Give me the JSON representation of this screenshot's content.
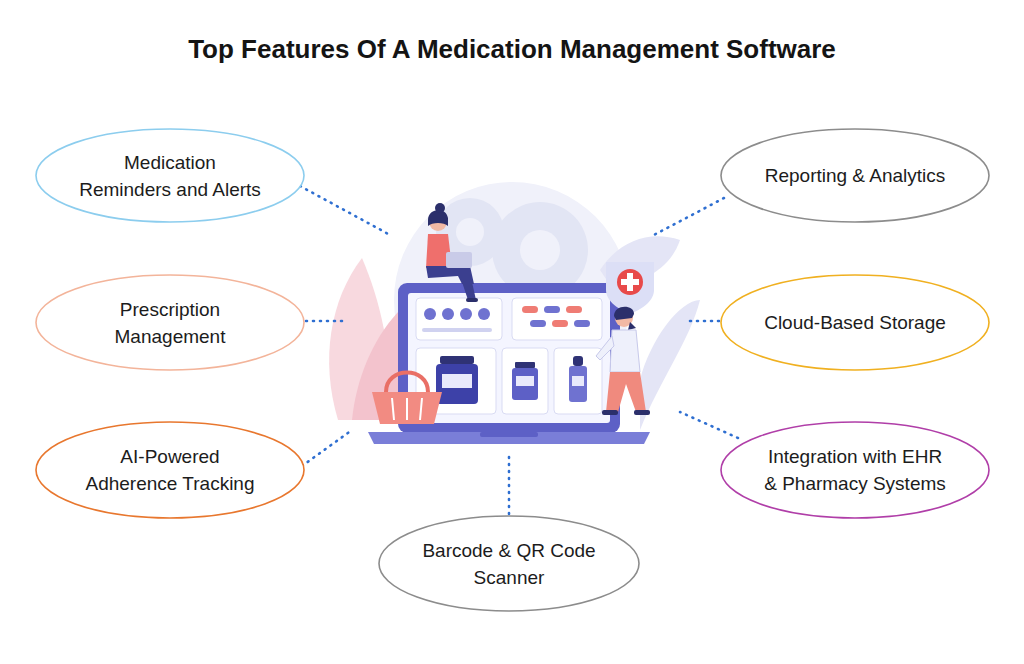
{
  "diagram": {
    "title": "Top Features Of A Medication Management Software",
    "nodes": [
      {
        "text": [
          "Medication Reminders and Alerts"
        ]
      },
      {
        "text": [
          "Reporting & Analytics"
        ]
      },
      {
        "text": [
          "Prescription Management"
        ]
      },
      {
        "text": [
          "Cloud-Based Storage"
        ]
      },
      {
        "text": [
          "AI-Powered Adherence Tracking"
        ]
      },
      {
        "text": [
          "Integration with EHR & Pharmacy Systems"
        ]
      },
      {
        "text": [
          "Barcode & QR Code Scanner"
        ]
      }
    ]
  }
}
